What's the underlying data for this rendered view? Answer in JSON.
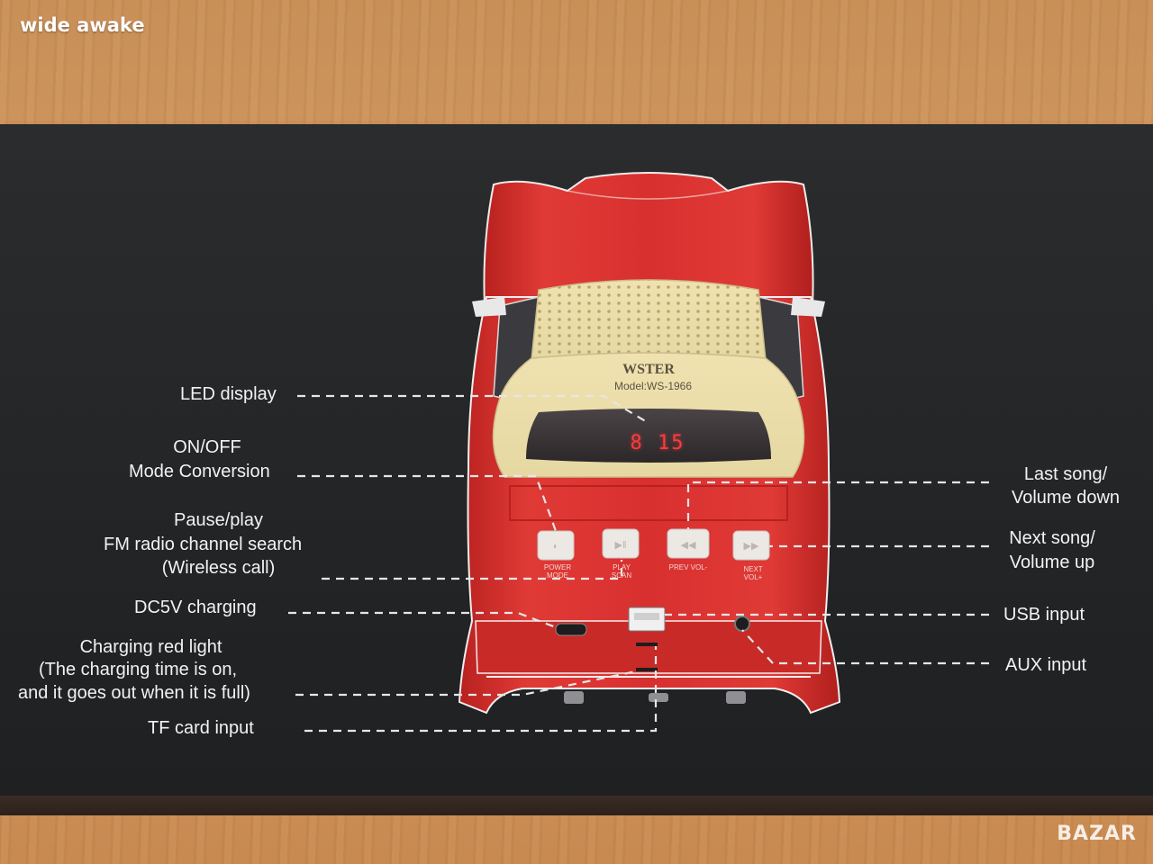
{
  "watermark": {
    "top": "wide awake",
    "bottom": "BAZAR"
  },
  "product": {
    "brand": "WSTER",
    "model": "Model:WS-1966",
    "display_readout": "8 15",
    "button_labels": [
      "POWER MODE",
      "PLAY SCAN",
      "PREV VOL-",
      "NEXT VOL+"
    ]
  },
  "callouts_left": {
    "led_display": "LED display",
    "onoff_line1": "ON/OFF",
    "onoff_line2": "Mode Conversion",
    "pause_line1": "Pause/play",
    "pause_line2": "FM radio channel search",
    "pause_line3": "(Wireless call)",
    "dc5v": "DC5V charging",
    "charging_line1": "Charging red light",
    "charging_line2": "(The charging time is on,",
    "charging_line3": "and it goes out when it is full)",
    "tf_card": "TF card input"
  },
  "callouts_right": {
    "last_line1": "Last song/",
    "last_line2": "Volume down",
    "next_line1": "Next song/",
    "next_line2": "Volume up",
    "usb": "USB input",
    "aux": "AUX input"
  },
  "colors": {
    "car_red": "#d8302f",
    "roof_cream": "#efe4b6",
    "box_black": "#232527",
    "text": "#f2f2f2"
  }
}
